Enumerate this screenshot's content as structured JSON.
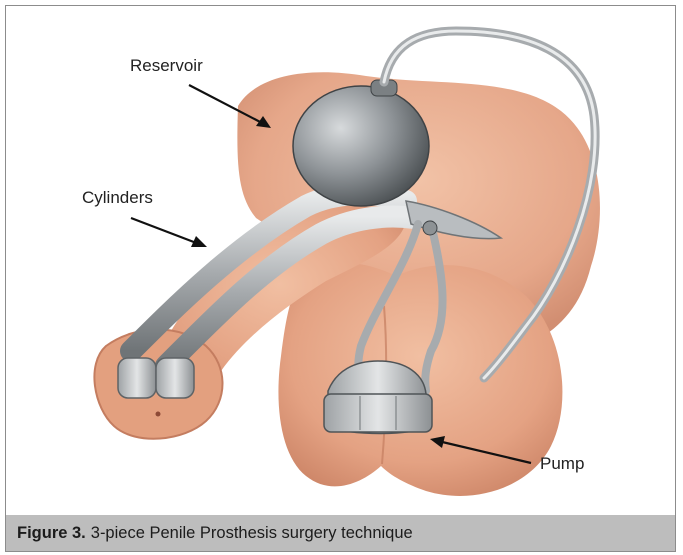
{
  "figure": {
    "labels": {
      "reservoir": "Reservoir",
      "cylinders": "Cylinders",
      "pump": "Pump"
    },
    "caption": {
      "number": "Figure 3.",
      "text": "3-piece Penile Prosthesis surgery technique"
    },
    "colors": {
      "skin": "#e6a888",
      "skin_shadow": "#cd8768",
      "device_silver": "#a9adb0",
      "caption_bg": "#bdbdbd"
    }
  }
}
